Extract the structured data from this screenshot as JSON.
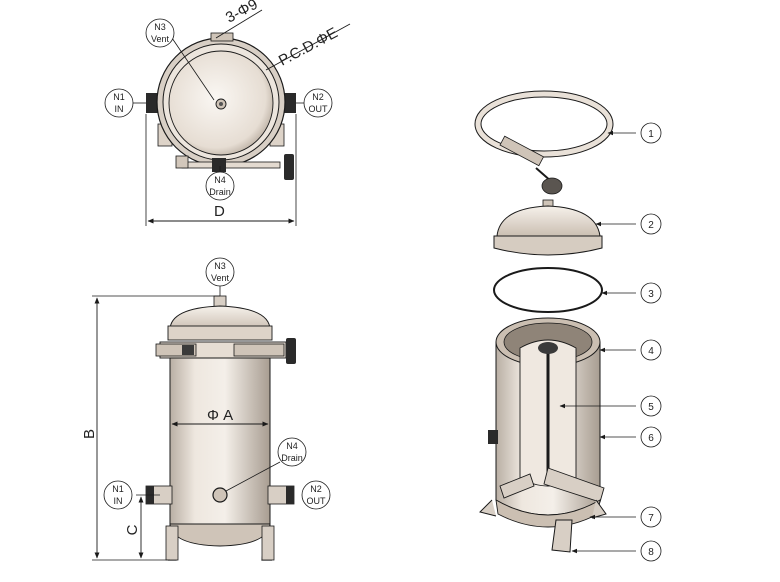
{
  "top_view": {
    "dim_holes": "3-Φ9",
    "dim_pcd": "P.C.D.ΦE",
    "dim_d": "D",
    "n3": {
      "code": "N3",
      "name": "Vent"
    },
    "n1": {
      "code": "N1",
      "name": "IN"
    },
    "n2": {
      "code": "N2",
      "name": "OUT"
    },
    "n4": {
      "code": "N4",
      "name": "Drain"
    }
  },
  "front_view": {
    "dim_a": "Φ A",
    "dim_b": "B",
    "dim_c": "C",
    "n3": {
      "code": "N3",
      "name": "Vent"
    },
    "n4": {
      "code": "N4",
      "name": "Drain"
    },
    "n1": {
      "code": "N1",
      "name": "IN"
    },
    "n2": {
      "code": "N2",
      "name": "OUT"
    }
  },
  "exploded_view": {
    "part_numbers": [
      "1",
      "2",
      "3",
      "4",
      "5",
      "6",
      "7",
      "8"
    ]
  },
  "colors": {
    "metal": "#e9e1d8",
    "metal_shade": "#bfb4a8",
    "metal_dark": "#8f8478",
    "line": "#1a1a1a",
    "black_parts": "#2a2a2a"
  }
}
